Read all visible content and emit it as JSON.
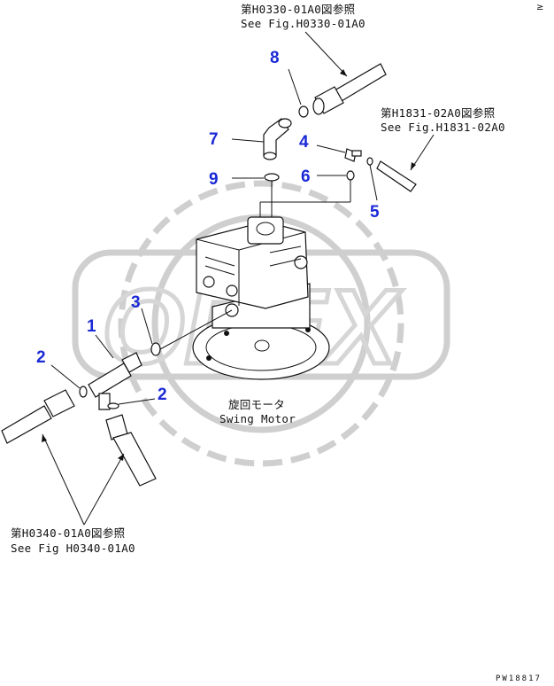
{
  "references": {
    "top": {
      "line1": "第H0330-01A0図参照",
      "line2": "See Fig.H0330-01A0"
    },
    "right": {
      "line1": "第H1831-02A0図参照",
      "line2": "See Fig.H1831-02A0"
    },
    "bottom": {
      "line1": "第H0340-01A0図参照",
      "line2": "See Fig H0340-01A0"
    }
  },
  "motor_label": {
    "jp": "旋回モータ",
    "en": "Swing Motor"
  },
  "callouts": {
    "n1": "1",
    "n2a": "2",
    "n2b": "2",
    "n3": "3",
    "n4": "4",
    "n5": "5",
    "n6": "6",
    "n7": "7",
    "n8": "8",
    "n9": "9"
  },
  "watermark": "OPEX",
  "corner_code": "PW18817",
  "top_right_mark": "≥",
  "colors": {
    "callout": "#1a2ad6",
    "line": "#111111",
    "watermark": "#cfcfcf"
  }
}
